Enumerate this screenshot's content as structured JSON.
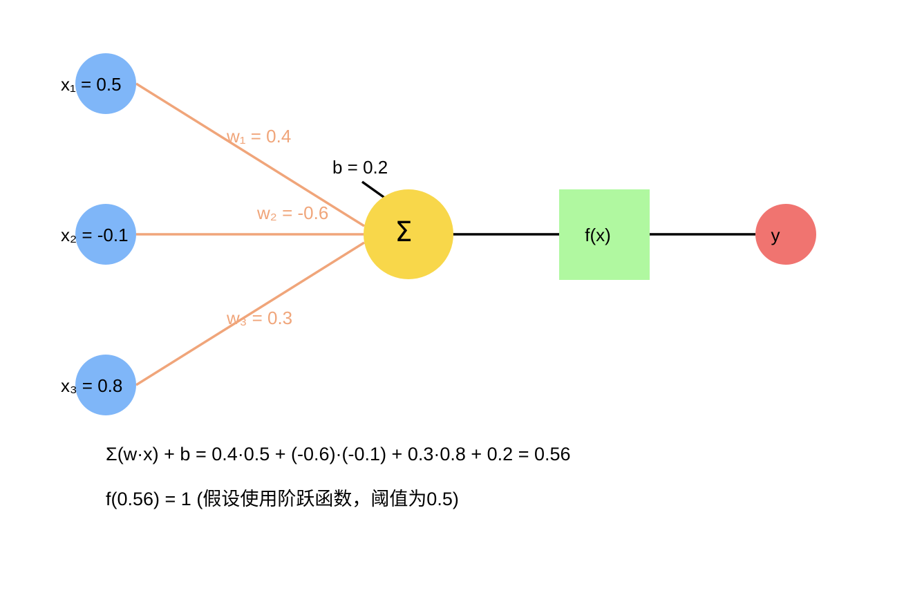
{
  "colors": {
    "input_node": "#7fb6f8",
    "edge": "#f0a57a",
    "weight_text": "#f0a57a",
    "sum_node": "#f8d74a",
    "activation_node": "#b0f8a0",
    "output_node": "#f07470",
    "connector": "#000000"
  },
  "inputs": [
    {
      "label": "x₁ = 0.5"
    },
    {
      "label": "x₂ = -0.1"
    },
    {
      "label": "x₃ = 0.8"
    }
  ],
  "weights": [
    {
      "label": "w₁ = 0.4"
    },
    {
      "label": "w₂ = -0.6"
    },
    {
      "label": "w₃ = 0.3"
    }
  ],
  "bias": {
    "label": "b = 0.2"
  },
  "sum_node": {
    "label": "Σ"
  },
  "activation": {
    "label": "f(x)"
  },
  "output": {
    "label": "y"
  },
  "formulas": {
    "weighted_sum": "Σ(w·x) + b = 0.4·0.5 + (-0.6)·(-0.1) + 0.3·0.8 + 0.2 = 0.56",
    "activation_result": "f(0.56) = 1 (假设使用阶跃函数，阈值为0.5)"
  }
}
